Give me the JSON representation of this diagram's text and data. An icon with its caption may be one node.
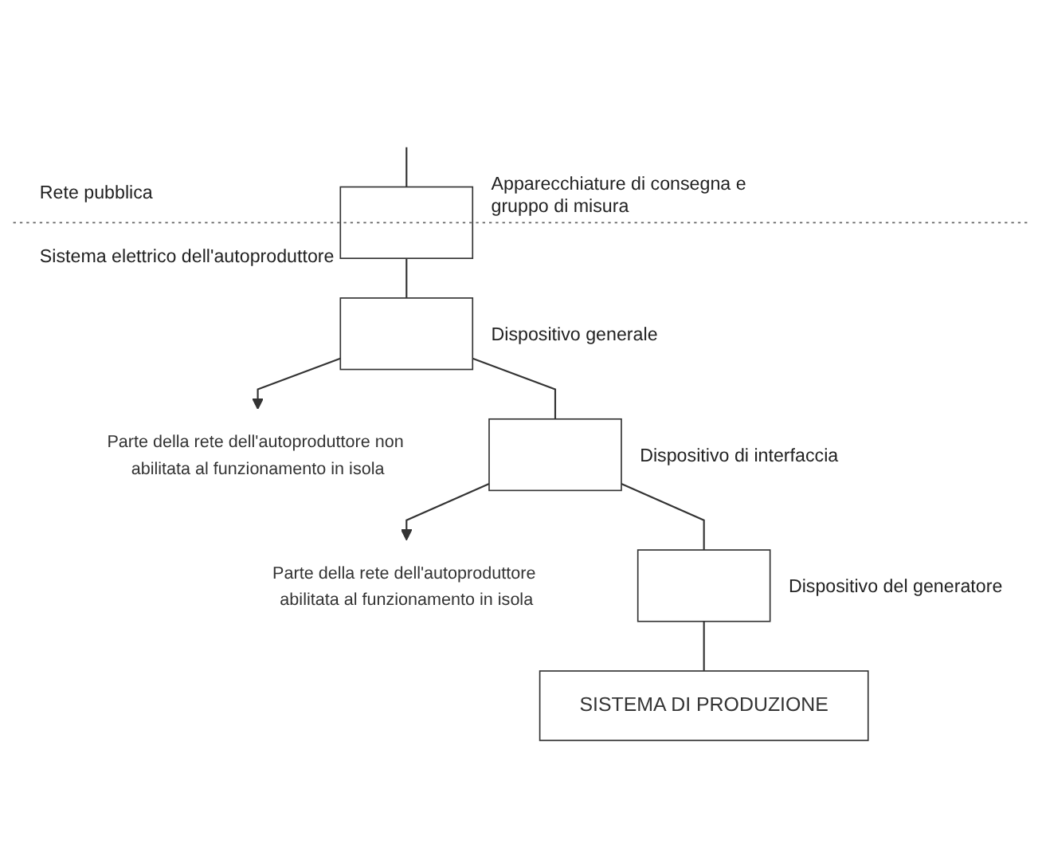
{
  "diagram": {
    "nodes": [
      {
        "text": [],
        "shape": "box",
        "beside": [
          "Apparecchiature di consegna e gruppo di misura"
        ]
      },
      {
        "text": [],
        "shape": "box",
        "beside": [
          "Dispositivo generale"
        ]
      },
      {
        "text": [
          "Parte della rete dell'autoproduttore non abilitata al funzionamento in isola"
        ]
      },
      {
        "text": [],
        "shape": "box",
        "beside": [
          "Dispositivo di interfaccia"
        ]
      },
      {
        "text": [
          "Parte della rete dell'autoproduttore abilitata al funzionamento in isola"
        ]
      },
      {
        "text": [],
        "shape": "box",
        "beside": [
          "Dispositivo del generatore"
        ]
      },
      {
        "text": [
          "SISTEMA DI PRODUZIONE"
        ]
      }
    ],
    "edges": [
      {
        "from": null,
        "to": 0,
        "arrow": "none"
      },
      {
        "from": 0,
        "to": 1,
        "arrow": "none"
      },
      {
        "from": 1,
        "to": 2,
        "arrow": "to"
      },
      {
        "from": 1,
        "to": 3,
        "arrow": "none"
      },
      {
        "from": 3,
        "to": 4,
        "arrow": "to"
      },
      {
        "from": 3,
        "to": 5,
        "arrow": "none"
      },
      {
        "from": 5,
        "to": 6,
        "arrow": "none"
      }
    ],
    "labels": [
      "Rete pubblica",
      "Sistema elettrico dell'autoproduttore"
    ]
  }
}
